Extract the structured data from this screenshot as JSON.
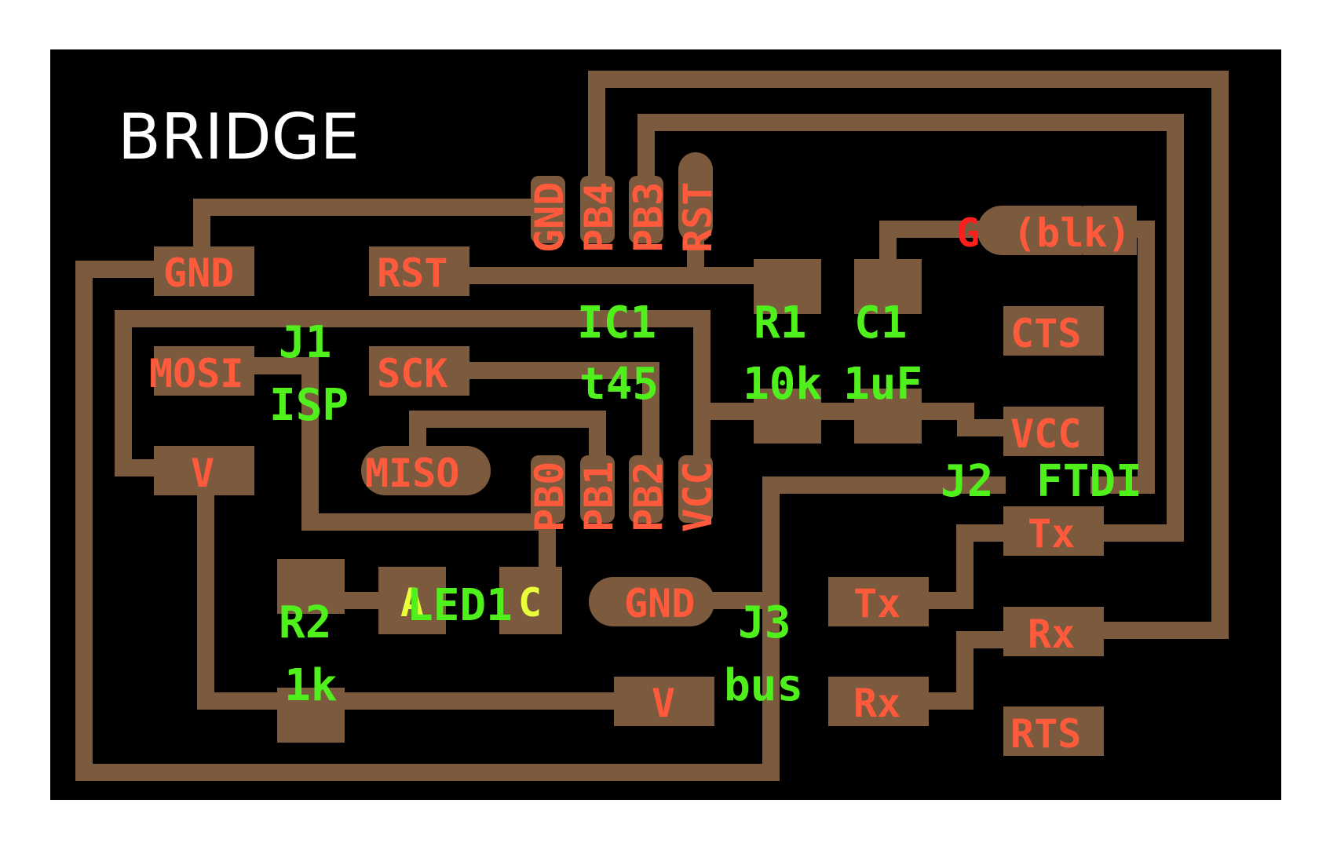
{
  "board": {
    "title": "BRIDGE",
    "colors": {
      "background": "#000000",
      "copper": "#7b5a3e",
      "pad_label": "#ff5a3c",
      "component_label": "#4ff01c",
      "title": "#ffffff",
      "warning_label": "#ff1e1e"
    }
  },
  "labels": {
    "ic_pins_top": [
      "GND",
      "PB4",
      "PB3",
      "RST"
    ],
    "ic_pins_bottom": [
      "PB0",
      "PB1",
      "PB2",
      "VCC"
    ],
    "isp_pads": {
      "gnd": "GND",
      "rst": "RST",
      "mosi": "MOSI",
      "sck": "SCK",
      "miso": "MISO",
      "v": "V"
    },
    "ftdi_pads": {
      "g": "G",
      "g_note": "(blk)",
      "cts": "CTS",
      "vcc": "VCC",
      "tx": "Tx",
      "rx": "Rx",
      "rts": "RTS"
    },
    "bus_pads": {
      "gnd": "GND",
      "tx": "Tx",
      "rx": "Rx",
      "v": "V"
    },
    "led_pads": {
      "anode": "A",
      "cathode": "C"
    }
  },
  "components": {
    "ic1": {
      "ref": "IC1",
      "value": "t45"
    },
    "r1": {
      "ref": "R1",
      "value": "10k"
    },
    "c1": {
      "ref": "C1",
      "value": "1uF"
    },
    "j1": {
      "ref": "J1",
      "value": "ISP"
    },
    "j2": {
      "ref": "J2",
      "value": "FTDI"
    },
    "j3": {
      "ref": "J3",
      "value": "bus"
    },
    "r2": {
      "ref": "R2",
      "value": "1k"
    },
    "led1": {
      "ref": "LED1"
    }
  }
}
